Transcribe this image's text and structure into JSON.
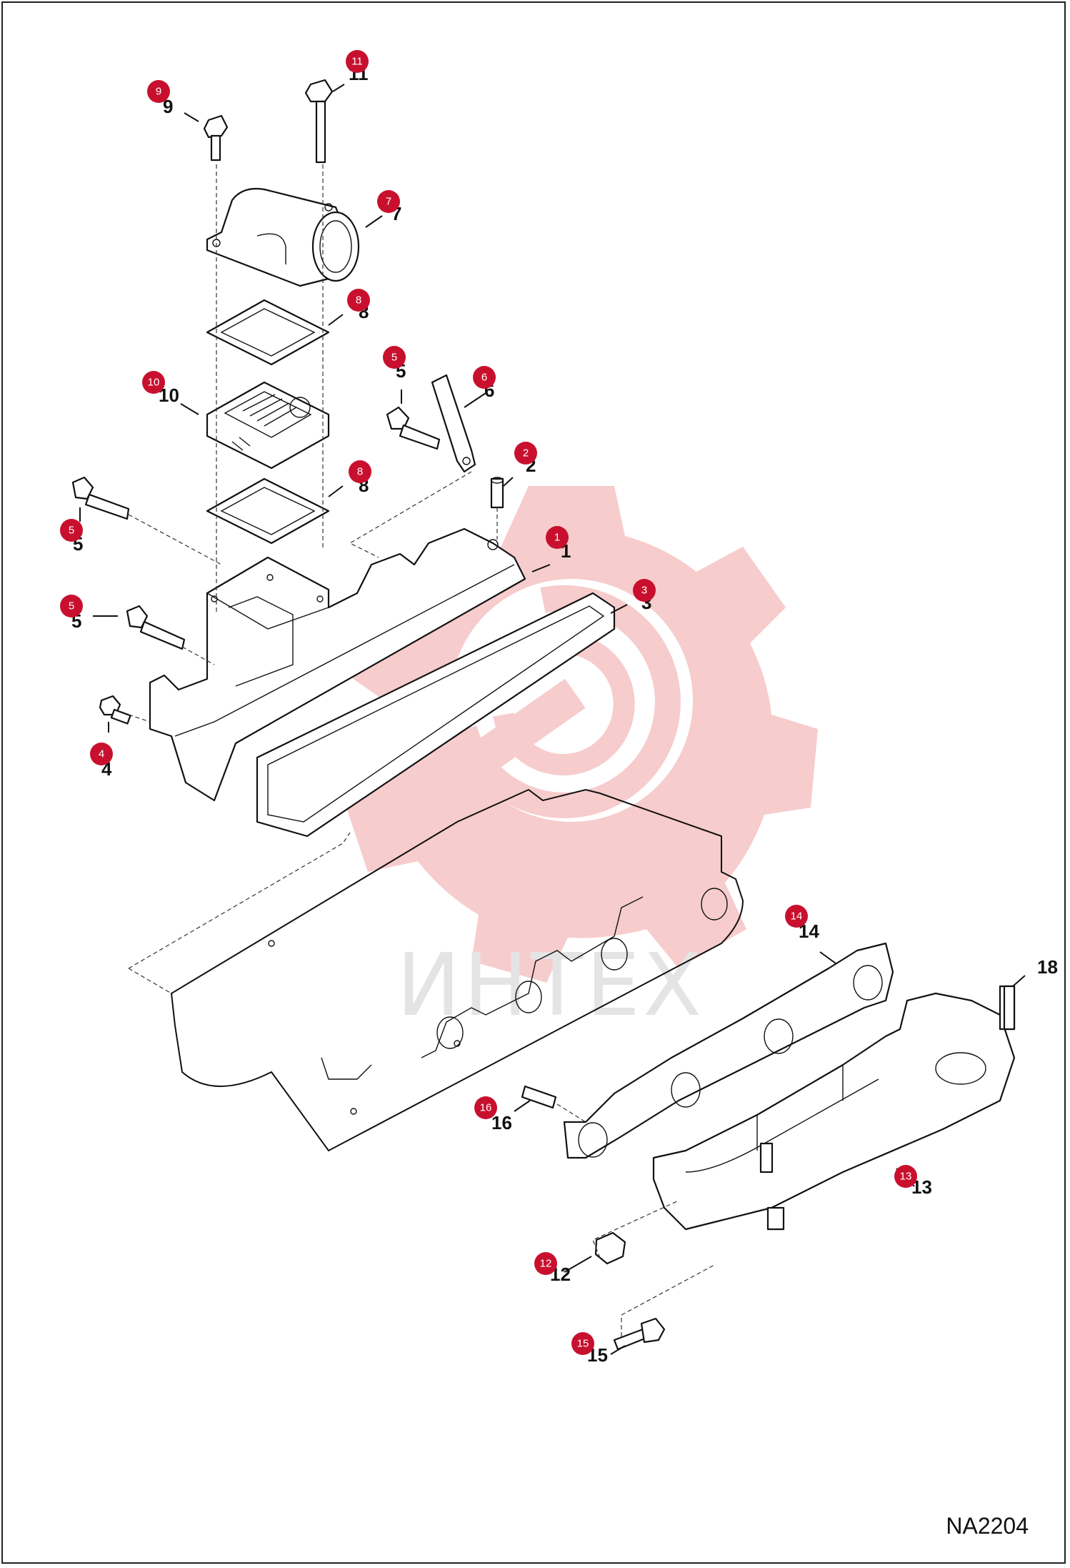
{
  "diagram_id": "NA2204",
  "watermark_text": "ИНТЕХ",
  "colors": {
    "badge": "#c8102e",
    "watermark": "#f2b8b8",
    "line": "#111111"
  },
  "callouts": [
    {
      "id": "c1",
      "badge": "1",
      "number": "1"
    },
    {
      "id": "c2",
      "badge": "2",
      "number": "2"
    },
    {
      "id": "c3",
      "badge": "3",
      "number": "3"
    },
    {
      "id": "c4",
      "badge": "4",
      "number": "4"
    },
    {
      "id": "c5a",
      "badge": "5",
      "number": "5"
    },
    {
      "id": "c5b",
      "badge": "5",
      "number": "5"
    },
    {
      "id": "c5c",
      "badge": "5",
      "number": "5"
    },
    {
      "id": "c6",
      "badge": "6",
      "number": "6"
    },
    {
      "id": "c7",
      "badge": "7",
      "number": "7"
    },
    {
      "id": "c8a",
      "badge": "8",
      "number": "8"
    },
    {
      "id": "c8b",
      "badge": "8",
      "number": "8"
    },
    {
      "id": "c9",
      "badge": "9",
      "number": "9"
    },
    {
      "id": "c10",
      "badge": "10",
      "number": "10"
    },
    {
      "id": "c11",
      "badge": "11",
      "number": "11"
    },
    {
      "id": "c12",
      "badge": "12",
      "number": "12"
    },
    {
      "id": "c13",
      "badge": "13",
      "number": "13"
    },
    {
      "id": "c14",
      "badge": "14",
      "number": "14"
    },
    {
      "id": "c15",
      "badge": "15",
      "number": "15"
    },
    {
      "id": "c16",
      "badge": "16",
      "number": "16"
    },
    {
      "id": "c18",
      "badge": "",
      "number": "18"
    }
  ]
}
